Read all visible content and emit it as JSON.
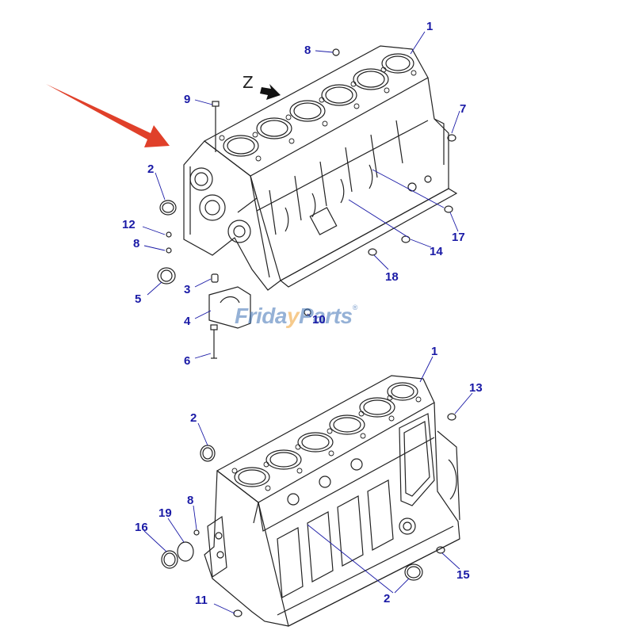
{
  "diagram": {
    "view_marker": "Z",
    "watermark": {
      "part1": "Frida",
      "part2": "y",
      "part3": "Parts",
      "registered": "®"
    },
    "upper_callouts": [
      "1",
      "8",
      "9",
      "7",
      "2",
      "12",
      "8",
      "5",
      "3",
      "4",
      "6",
      "10",
      "14",
      "17",
      "18"
    ],
    "lower_callouts": [
      "1",
      "13",
      "2",
      "8",
      "19",
      "16",
      "15",
      "2",
      "11"
    ],
    "colors": {
      "callout_text": "#1a1aa6",
      "leader_line": "#1a1aa6",
      "arrow": "#e0402a",
      "drawing": "#222222"
    }
  }
}
